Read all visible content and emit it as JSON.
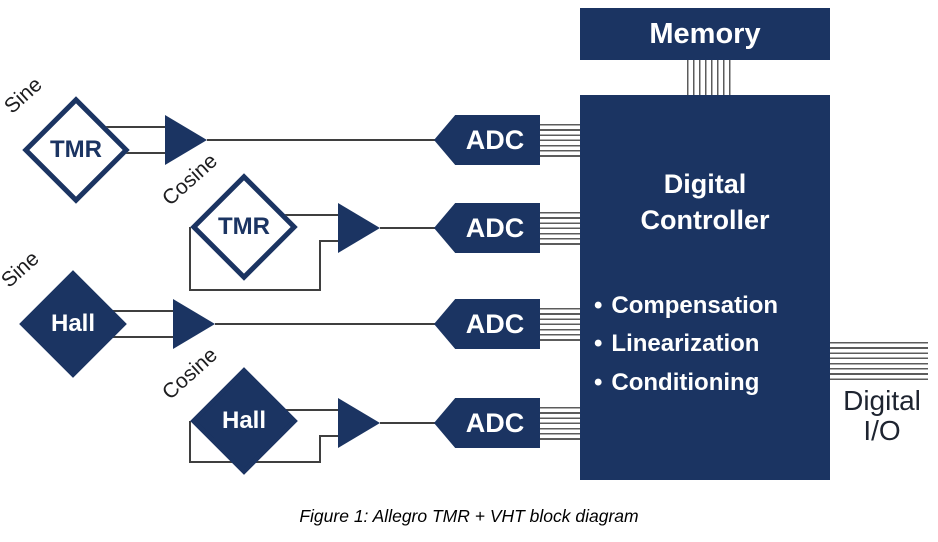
{
  "figure": {
    "caption": "Figure 1: Allegro TMR + VHT block diagram"
  },
  "memory": {
    "label": "Memory"
  },
  "controller": {
    "title_line1": "Digital",
    "title_line2": "Controller",
    "bullet_char": "•",
    "bullets": [
      "Compensation",
      "Linearization",
      "Conditioning"
    ]
  },
  "adc": {
    "label": "ADC"
  },
  "sensors": [
    {
      "type": "TMR",
      "signal": "Sine"
    },
    {
      "type": "TMR",
      "signal": "Cosine"
    },
    {
      "type": "Hall",
      "signal": "Sine"
    },
    {
      "type": "Hall",
      "signal": "Cosine"
    }
  ],
  "digital_io": {
    "line1": "Digital",
    "line2": "I/O"
  },
  "colors": {
    "navy": "#1b3462",
    "wire": "#3f3f3f",
    "bus": "#5c5c5c"
  }
}
